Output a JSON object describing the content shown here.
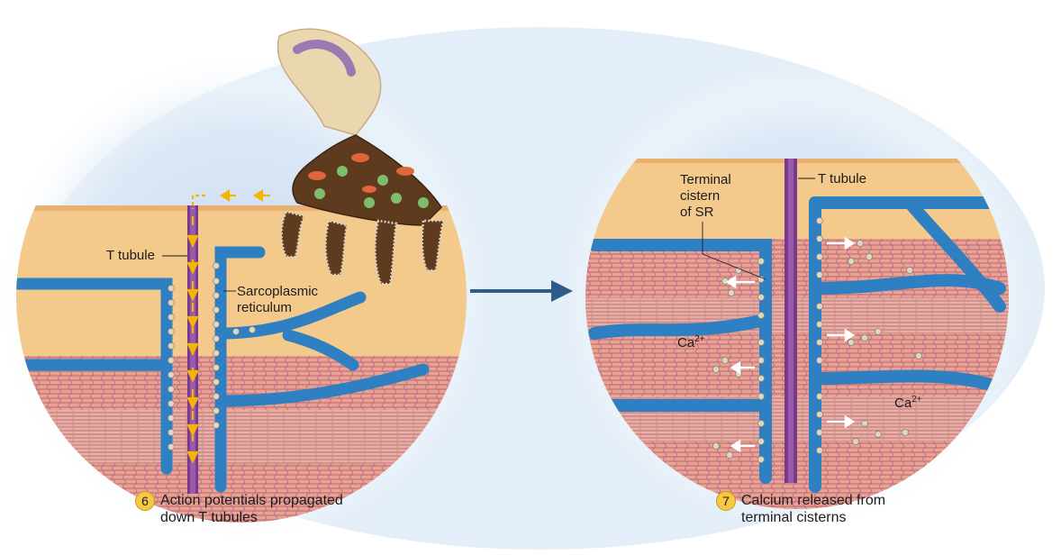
{
  "colors": {
    "cytoplasm": "#f3c98c",
    "myofibril": "#e8a79a",
    "sr_blue": "#2f80c3",
    "t_tubule": "#7a3a8c",
    "arrow_ap": "#f5b400",
    "calcium": "#d8d2c4",
    "big_arrow": "#2e5c88",
    "badge": "#f6c843"
  },
  "left_panel": {
    "t_tubule_label": "T tubule",
    "sr_label_line1": "Sarcoplasmic",
    "sr_label_line2": "reticulum"
  },
  "right_panel": {
    "cistern_label_line1": "Terminal",
    "cistern_label_line2": "cistern",
    "cistern_label_line3": "of SR",
    "t_tubule_label": "T tubule",
    "calcium_base": "Ca",
    "calcium_charge": "2+"
  },
  "steps": [
    {
      "number": "6",
      "line1": "Action potentials propagated",
      "line2": "down T tubules"
    },
    {
      "number": "7",
      "line1": "Calcium released from",
      "line2": "terminal cisterns"
    }
  ],
  "transition_arrow": "arrow-right-icon"
}
